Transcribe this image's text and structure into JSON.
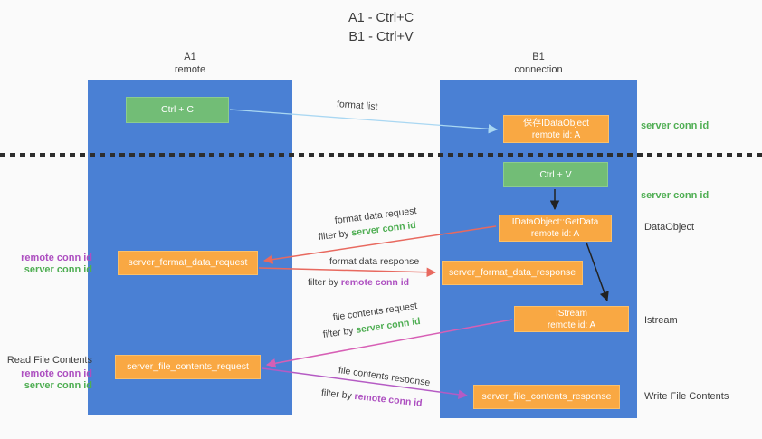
{
  "title": {
    "line1": "A1 - Ctrl+C",
    "line2": "B1 - Ctrl+V"
  },
  "lanes": {
    "left": {
      "title": "A1",
      "subtitle": "remote"
    },
    "right": {
      "title": "B1",
      "subtitle": "connection"
    }
  },
  "nodes": {
    "ctrl_c": "Ctrl + C",
    "ctrl_v": "Ctrl + V",
    "save_dataobject_line1": "保存IDataObject",
    "save_dataobject_line2": "remote id: A",
    "getdata_line1": "IDataObject::GetData",
    "getdata_line2": "remote id: A",
    "istream_line1": "IStream",
    "istream_line2": "remote id: A",
    "server_format_data_request": "server_format_data_request",
    "server_format_data_response": "server_format_data_response",
    "server_file_contents_request": "server_file_contents_request",
    "server_file_contents_response": "server_file_contents_response"
  },
  "labels": {
    "format_list": "format list",
    "server_conn_id": "server conn id",
    "remote_conn_id": "remote conn id",
    "filter_by": "filter by",
    "dataobject": "DataObject",
    "istream": "Istream",
    "format_data_request": "format data request",
    "format_data_response": "format data response",
    "file_contents_request": "file contents request",
    "file_contents_response": "file contents response",
    "read_file_contents": "Read File Contents",
    "write_file_contents": "Write File Contents"
  },
  "colors": {
    "background": "#fafafa",
    "lane_blue": "#4a80d4",
    "box_green": "#72bd76",
    "box_green_border": "#8ccc8e",
    "box_orange": "#f9a843",
    "box_orange_border": "#fbc069",
    "box_text": "#ffffff",
    "text_green": "#4fae53",
    "text_purple": "#ad4fc0",
    "text_dark": "#3d3d3d",
    "arrow_black": "#222222",
    "arrow_red": "#e8695f",
    "arrow_pink": "#d75fb5",
    "arrow_purple": "#b55bc4",
    "arrow_lightblue": "#a9d7f2",
    "dotted_line": "#2d2d2d"
  }
}
